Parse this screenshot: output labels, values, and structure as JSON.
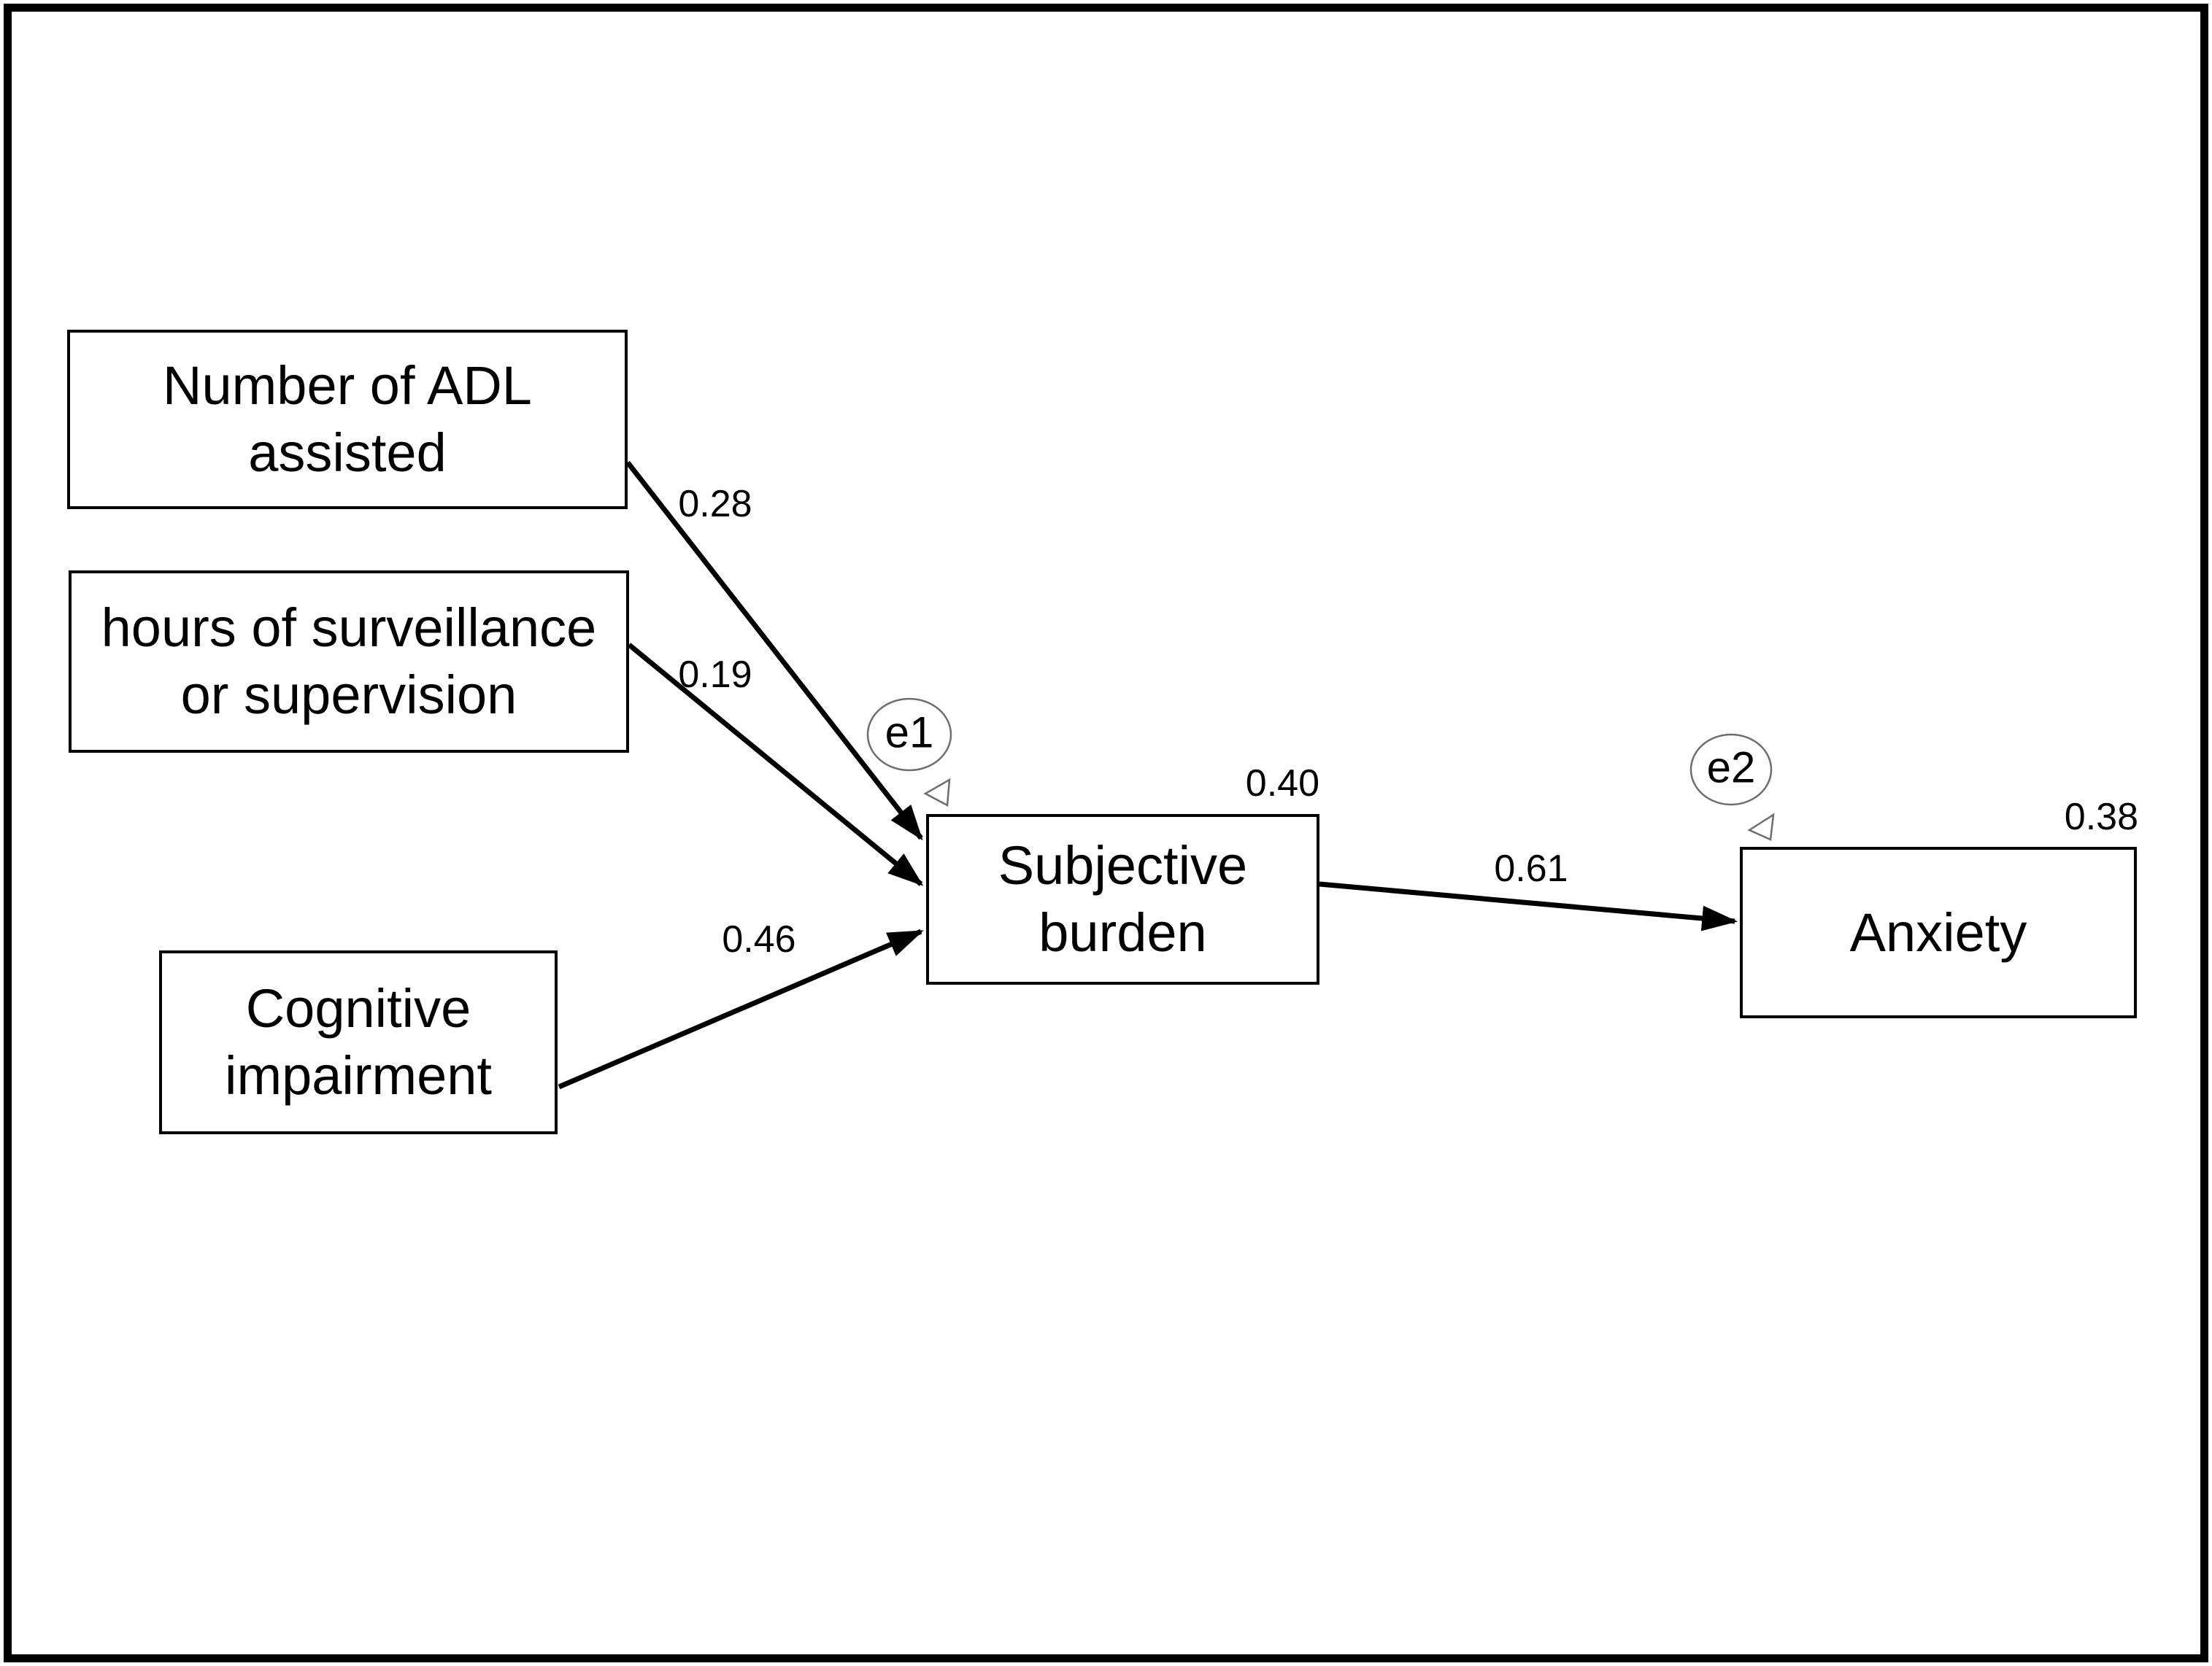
{
  "figure": {
    "type": "path-diagram",
    "background": "#ffffff",
    "colors": {
      "line": "#000000",
      "box_border": "#000000",
      "box_fill": "#ffffff",
      "error_outline": "#6e6e6e",
      "text": "#000000"
    },
    "nodes": {
      "adl": {
        "label": "Number of ADL assisted",
        "line1": "Number of ADL",
        "line2": "assisted"
      },
      "hours": {
        "label": "hours of surveillance or supervision",
        "line1": "hours of surveillance",
        "line2": "or supervision"
      },
      "cognitive": {
        "label": "Cognitive impairment",
        "line1": "Cognitive",
        "line2": "impairment"
      },
      "burden": {
        "label": "Subjective burden",
        "line1": "Subjective",
        "line2": "burden",
        "r2": "0.40",
        "error_term": "e1"
      },
      "anxiety": {
        "label": "Anxiety",
        "line1": "Anxiety",
        "r2": "0.38",
        "error_term": "e2"
      }
    },
    "paths": [
      {
        "from": "Number of ADL assisted",
        "to": "Subjective burden",
        "coefficient": "0.28"
      },
      {
        "from": "hours of surveillance or supervision",
        "to": "Subjective burden",
        "coefficient": "0.19"
      },
      {
        "from": "Cognitive impairment",
        "to": "Subjective burden",
        "coefficient": "0.46"
      },
      {
        "from": "Subjective burden",
        "to": "Anxiety",
        "coefficient": "0.61"
      }
    ]
  }
}
